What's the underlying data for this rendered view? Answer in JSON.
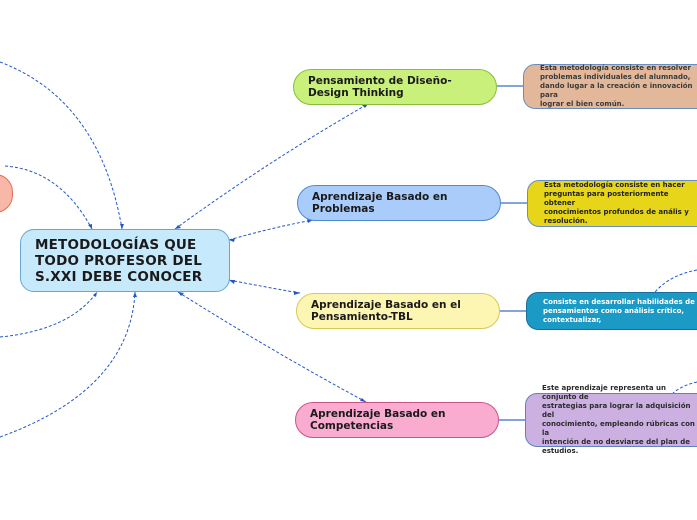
{
  "central": {
    "title": "METODOLOGÍAS QUE\nTODO PROFESOR  DEL\nS.XXI  DEBE CONOCER"
  },
  "topics": [
    {
      "label": "Pensamiento de Diseño-Design Thinking",
      "description": "Esta metodología consiste en resolver\nproblemas individuales del alumnado,\ndando lugar a la creación e innovación para\nlograr el bien común.",
      "color": "#c9f07a"
    },
    {
      "label": "Aprendizaje Basado en Problemas",
      "description": "Esta metodología consiste en hacer\npreguntas para posteriormente obtener\nconocimientos profundos de anális y\nresolución.",
      "color": "#a9ccfa"
    },
    {
      "label": "Aprendizaje Basado en el Pensamiento-TBL",
      "description": "Consiste en desarrollar habilidades de\npensamientos como análisis crítico,\ncontextualizar,",
      "color": "#fdf6b2"
    },
    {
      "label": "Aprendizaje Basado en Competencias",
      "description": "Este aprendizaje representa un conjunto de\nestrategias para lograr la adquisición del\nconocimiento, empleando rúbricas con la\nintención de no desviarse del plan de\nestudios.",
      "color": "#f9acd0"
    }
  ],
  "colors": {
    "connector": "#2257c8",
    "central_fill": "#c6e9fb"
  }
}
